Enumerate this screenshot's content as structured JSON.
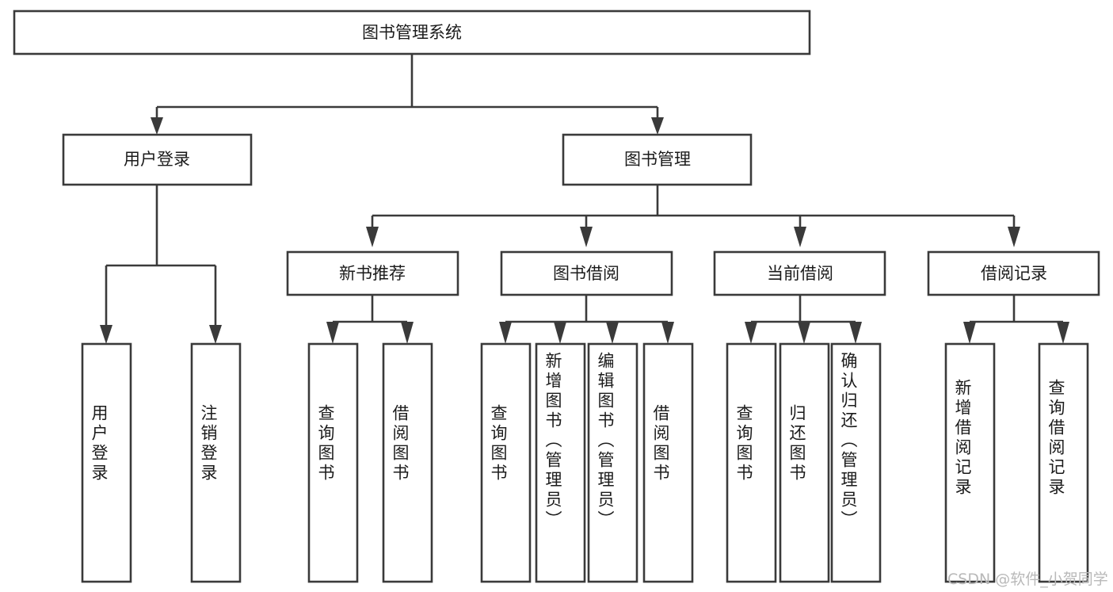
{
  "diagram": {
    "title": "图书管理系统",
    "type": "tree-hierarchy",
    "root": {
      "label": "图书管理系统"
    },
    "level1": [
      {
        "label": "用户登录"
      },
      {
        "label": "图书管理"
      }
    ],
    "level2": [
      {
        "label": "新书推荐"
      },
      {
        "label": "图书借阅"
      },
      {
        "label": "当前借阅"
      },
      {
        "label": "借阅记录"
      }
    ],
    "leaves": {
      "user_login": [
        {
          "label": "用户登录"
        },
        {
          "label": "注销登录"
        }
      ],
      "new_book_recommend": [
        {
          "label": "查询图书"
        },
        {
          "label": "借阅图书"
        }
      ],
      "book_borrow": [
        {
          "label": "查询图书"
        },
        {
          "label": "新增图书（管理员）"
        },
        {
          "label": "编辑图书（管理员）"
        },
        {
          "label": "借阅图书"
        }
      ],
      "current_borrow": [
        {
          "label": "查询图书"
        },
        {
          "label": "归还图书"
        },
        {
          "label": "确认归还（管理员）"
        }
      ],
      "borrow_record": [
        {
          "label": "新增借阅记录"
        },
        {
          "label": "查询借阅记录"
        }
      ]
    }
  },
  "watermark": {
    "text": "CSDN @软件_小贺同学"
  },
  "colors": {
    "stroke": "#3a3a3a",
    "background": "#ffffff",
    "text": "#1b1b1b",
    "watermark": "#b9b9b9"
  }
}
